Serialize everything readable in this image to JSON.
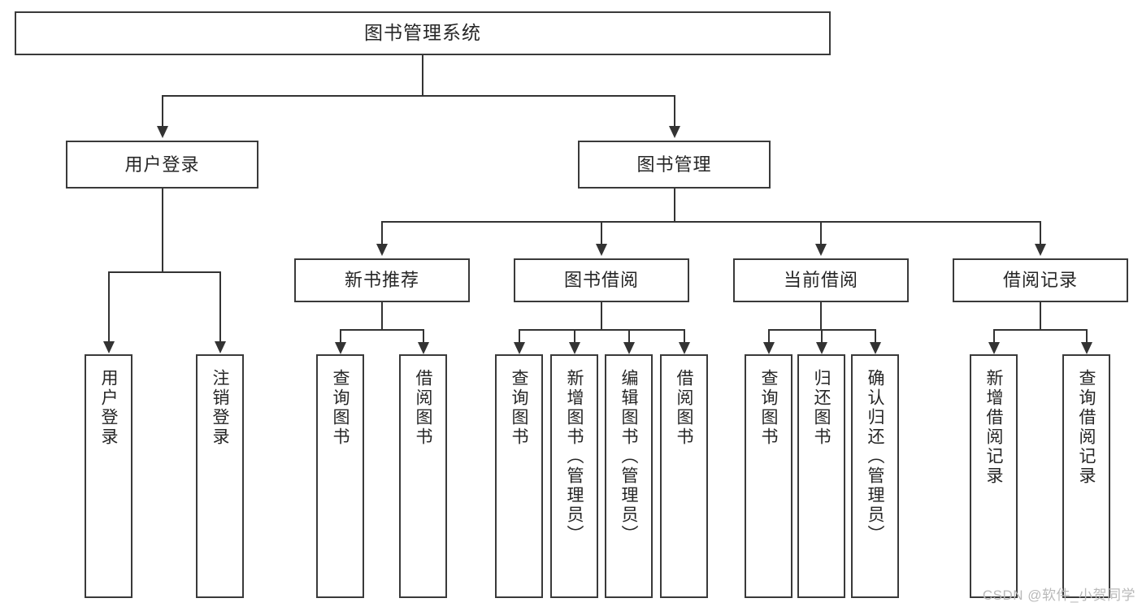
{
  "diagram": {
    "title": "图书管理系统",
    "watermark": "CSDN @软件_小贺同学",
    "colors": {
      "box_border": "#3a3a3a",
      "connector": "#333333",
      "text": "#262626",
      "background": "#ffffff",
      "watermark": "#b9b9b9"
    },
    "root": {
      "label": "图书管理系统"
    },
    "level2": [
      {
        "label": "用户登录"
      },
      {
        "label": "图书管理"
      }
    ],
    "level3": [
      {
        "label": "新书推荐"
      },
      {
        "label": "图书借阅"
      },
      {
        "label": "当前借阅"
      },
      {
        "label": "借阅记录"
      }
    ],
    "leaves": {
      "user_login": [
        {
          "label": "用户登录"
        },
        {
          "label": "注销登录"
        }
      ],
      "new_book_recommend": [
        {
          "label": "查询图书"
        },
        {
          "label": "借阅图书"
        }
      ],
      "book_borrow": [
        {
          "label": "查询图书"
        },
        {
          "label": "新增图书（管理员）"
        },
        {
          "label": "编辑图书（管理员）"
        },
        {
          "label": "借阅图书"
        }
      ],
      "current_borrow": [
        {
          "label": "查询图书"
        },
        {
          "label": "归还图书"
        },
        {
          "label": "确认归还（管理员）"
        }
      ],
      "borrow_record": [
        {
          "label": "新增借阅记录"
        },
        {
          "label": "查询借阅记录"
        }
      ]
    }
  }
}
